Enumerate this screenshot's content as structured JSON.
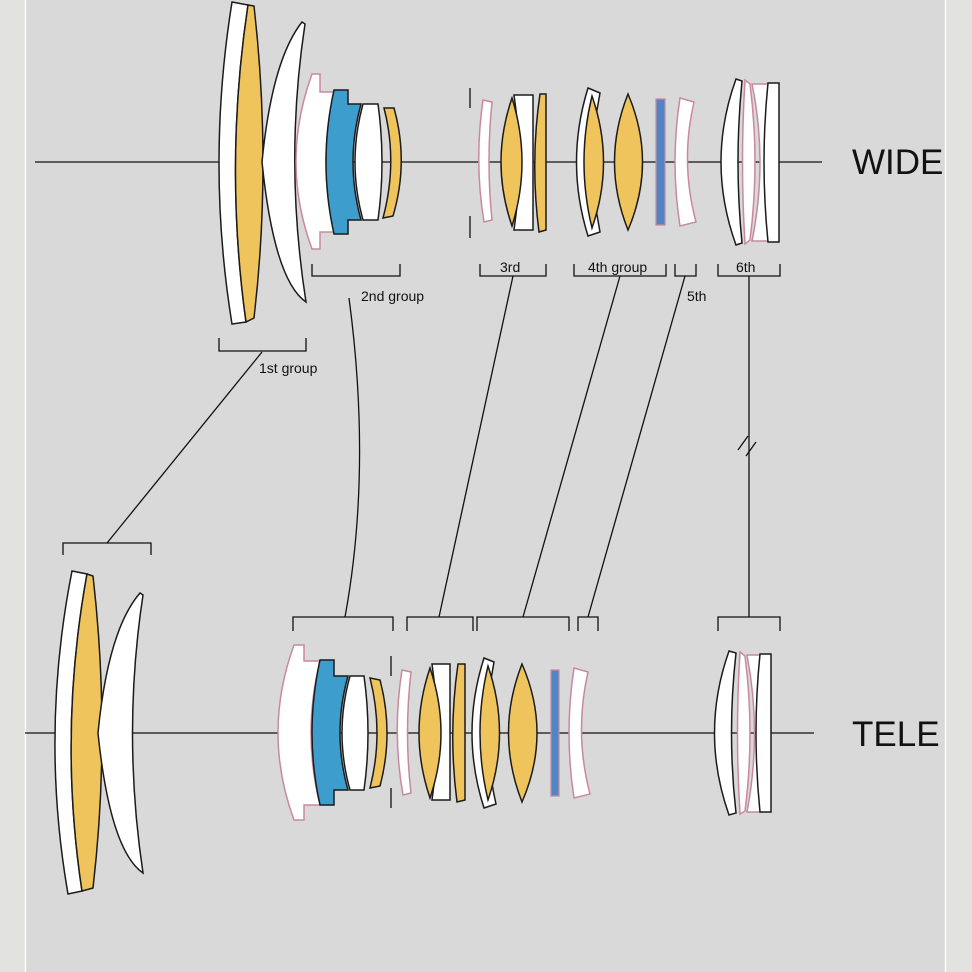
{
  "states": {
    "wide": "WIDE",
    "tele": "TELE"
  },
  "groups": {
    "g1": "1st group",
    "g2": "2nd group",
    "g3": "3rd",
    "g4": "4th group",
    "g5": "5th",
    "g6": "6th"
  },
  "colors": {
    "background": "#e2e2e0",
    "panel": "#d9d9d9",
    "normal_glass": "#ffffff",
    "yellow_element": "#efc45c",
    "blue_element": "#3d9dcc",
    "aspherical_outline": "#c9899c"
  }
}
